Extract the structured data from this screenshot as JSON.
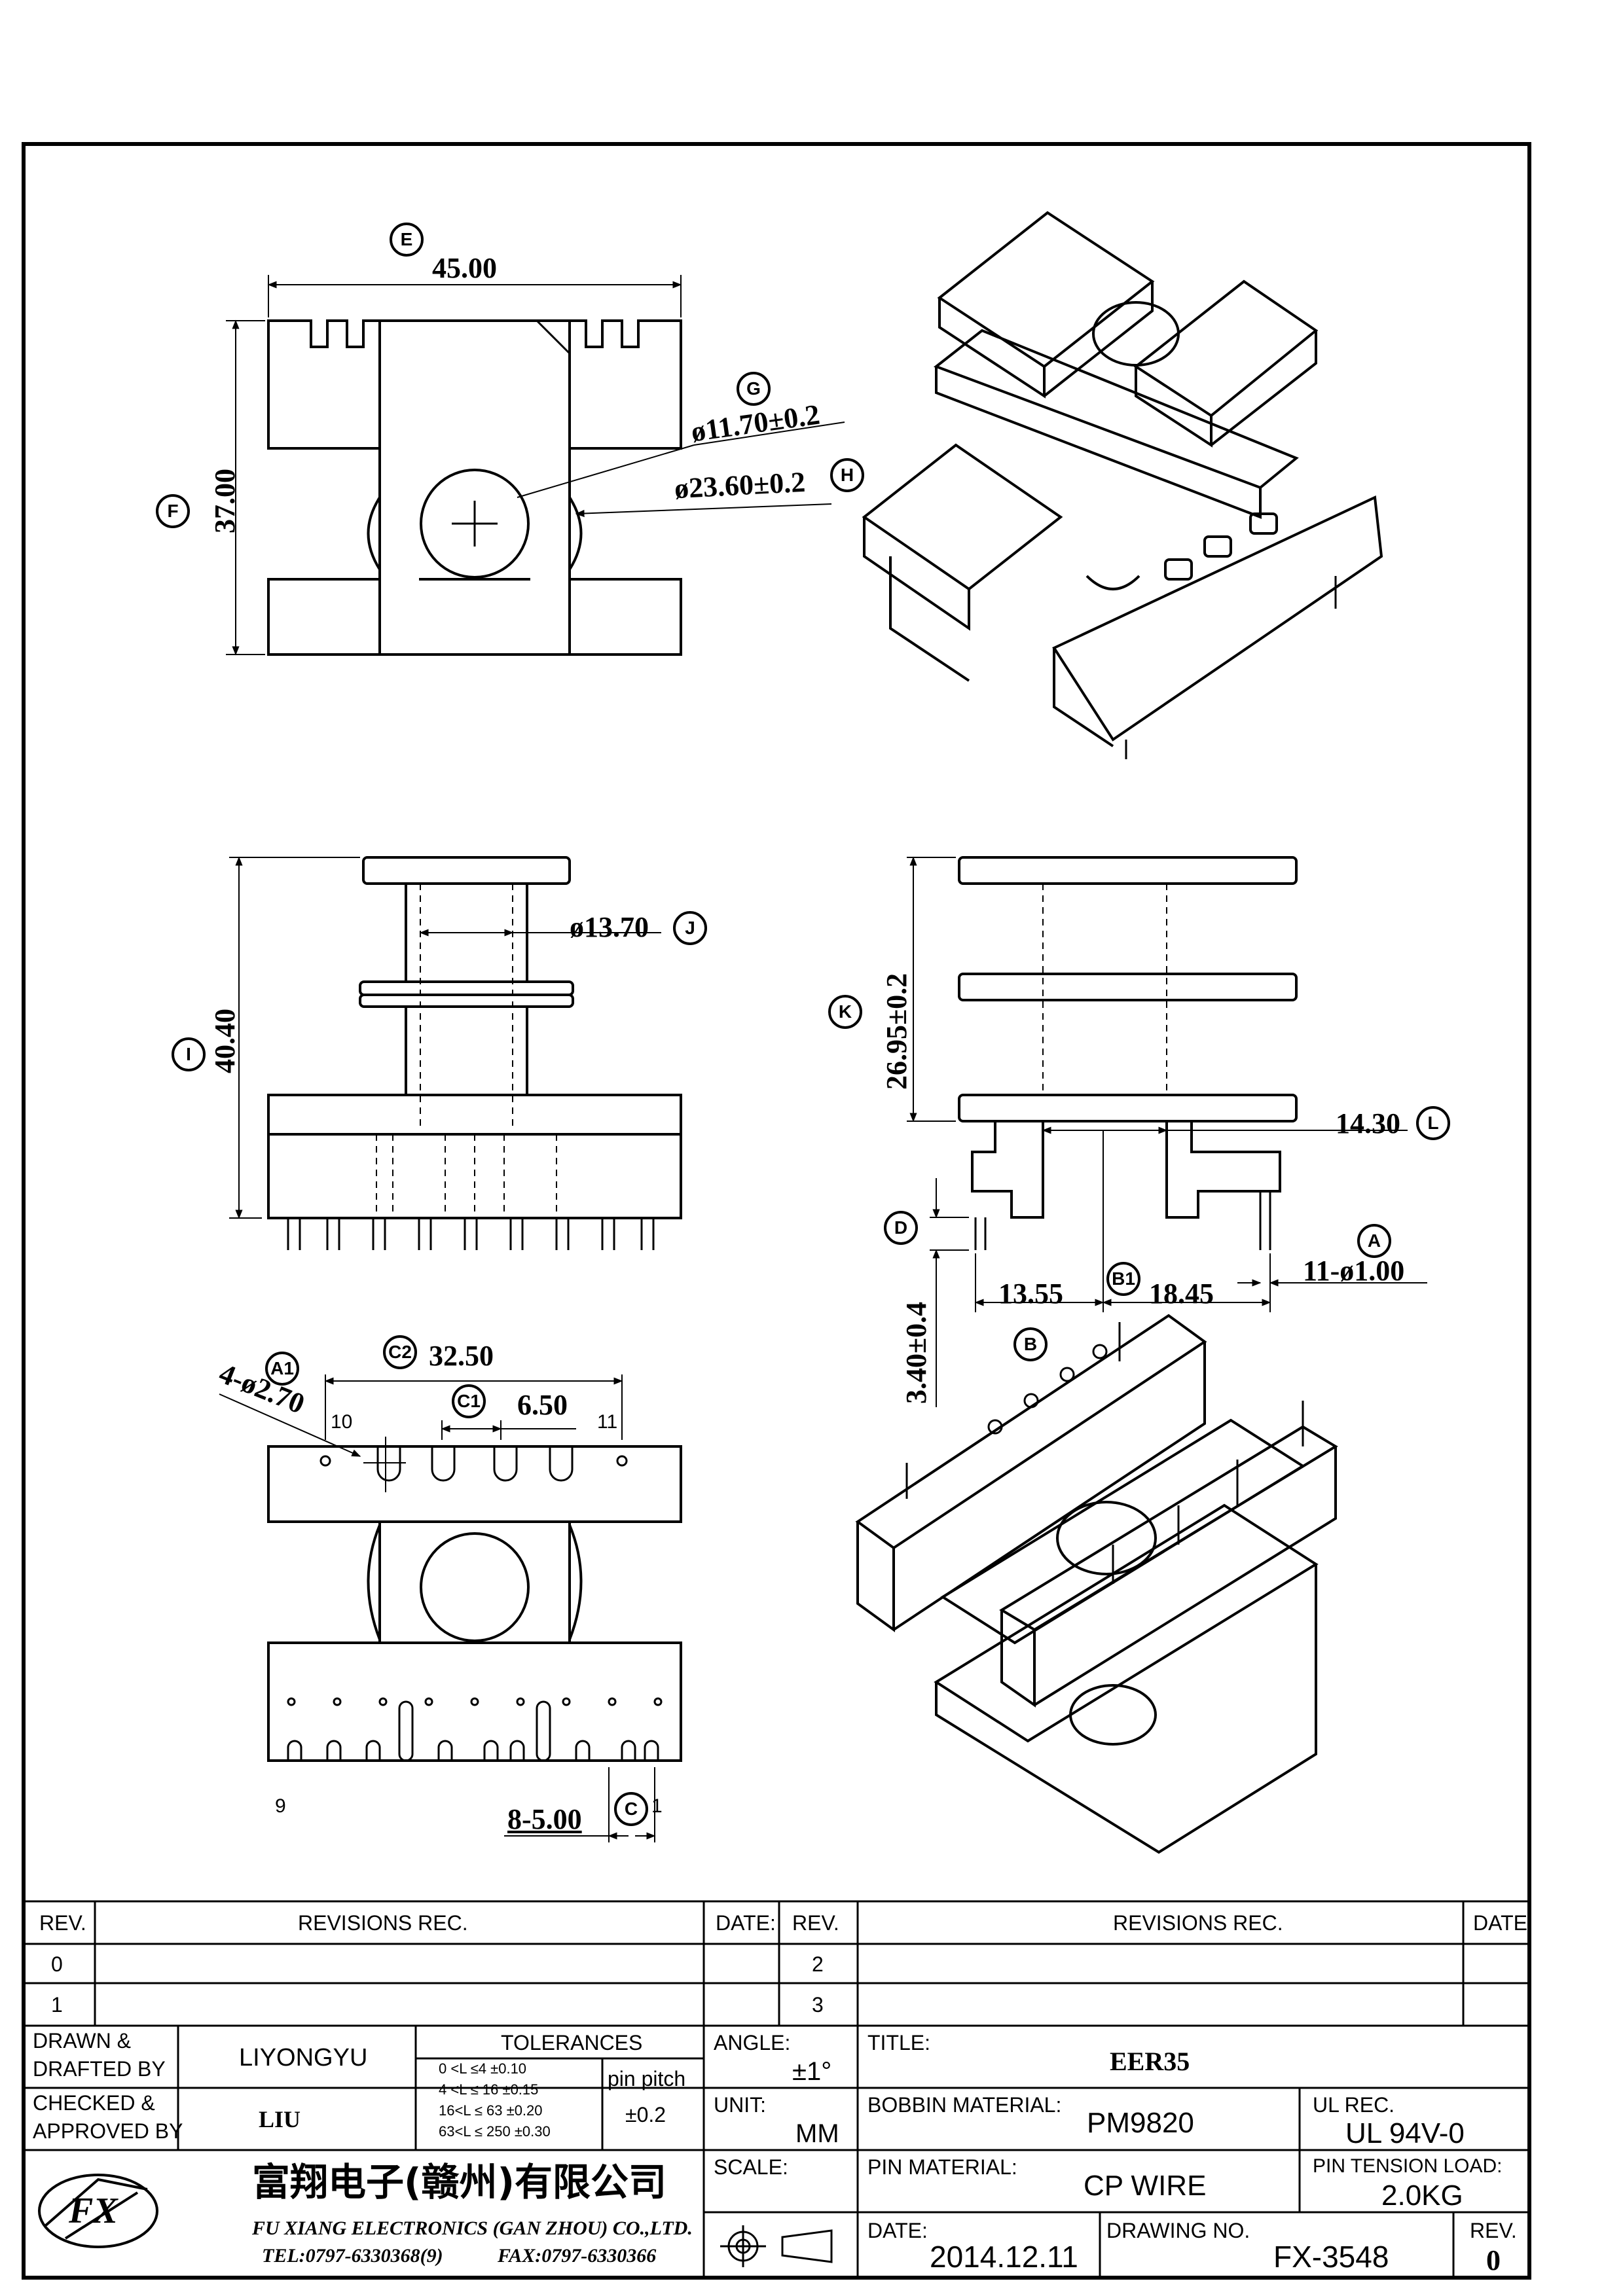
{
  "views": {
    "top": {
      "dims": {
        "E_width": "45.00",
        "F_height": "37.00",
        "G_inner": "ø11.70±0.2",
        "H_outer": "ø23.60±0.2"
      }
    },
    "front": {
      "dims": {
        "I_height": "40.40",
        "J_core": "ø13.70"
      }
    },
    "side": {
      "dims": {
        "K_height": "26.95±0.2",
        "L_width": "14.30",
        "D_pin_len": "3.40±0.4",
        "left_span": "13.55",
        "right_span": "18.45",
        "A_pin_dia": "11-ø1.00"
      }
    },
    "bottom": {
      "dims": {
        "C2_span": "32.50",
        "C1_pitch": "6.50",
        "A1_holes": "4-ø2.70",
        "C_pins": "8-5.00"
      },
      "pin_labels": {
        "p10": "10",
        "p11": "11",
        "p9": "9",
        "p1": "1"
      }
    }
  },
  "markers": {
    "A": "A",
    "A1": "A1",
    "B": "B",
    "B1": "B1",
    "C": "C",
    "C1": "C1",
    "C2": "C2",
    "D": "D",
    "E": "E",
    "F": "F",
    "G": "G",
    "H": "H",
    "I": "I",
    "J": "J",
    "K": "K",
    "L": "L"
  },
  "title_block": {
    "rev_header": "REV.",
    "revisions_header": "REVISIONS   REC.",
    "date_header": "DATE:",
    "rev_rows_left": [
      "0",
      "1"
    ],
    "rev_rows_right": [
      "2",
      "3"
    ],
    "drawn_label": "DRAWN &\nDRAFTED BY",
    "drawn_label_1": "DRAWN &",
    "drawn_label_2": "DRAFTED BY",
    "drawn_value": "LIYONGYU",
    "checked_label_1": "CHECKED &",
    "checked_label_2": "APPROVED BY",
    "checked_value": "LIU",
    "tolerances_header": "TOLERANCES",
    "tolerance_rows": [
      "0  <L  ≤4    ±0.10",
      "4  <L  ≤  16  ±0.15",
      "16<L  ≤  63  ±0.20",
      "63<L  ≤  250  ±0.30"
    ],
    "pin_pitch_label": "pin pitch",
    "pin_pitch_value": "±0.2",
    "angle_label": "ANGLE:",
    "angle_value": "±1°",
    "unit_label": "UNIT:",
    "unit_value": "MM",
    "scale_label": "SCALE:",
    "title_label": "TITLE:",
    "title_value": "EER35",
    "bobbin_label": "BOBBIN MATERIAL:",
    "bobbin_value": "PM9820",
    "ul_label": "UL REC.",
    "ul_value": "UL 94V-0",
    "pin_material_label": "PIN MATERIAL:",
    "pin_material_value": "CP WIRE",
    "pin_tension_label": "PIN TENSION LOAD:",
    "pin_tension_value": "2.0KG",
    "date_label": "DATE:",
    "date_value": "2014.12.11",
    "drawing_no_label": "DRAWING NO.",
    "drawing_no_value": "FX-3548",
    "rev_label": "REV.",
    "rev_value": "0",
    "company_cn": "富翔电子(赣州)有限公司",
    "company_en": "FU XIANG ELECTRONICS (GAN ZHOU) CO.,LTD.",
    "tel": "TEL:0797-6330368(9)",
    "fax": "FAX:0797-6330366",
    "logo_text": "FX"
  }
}
